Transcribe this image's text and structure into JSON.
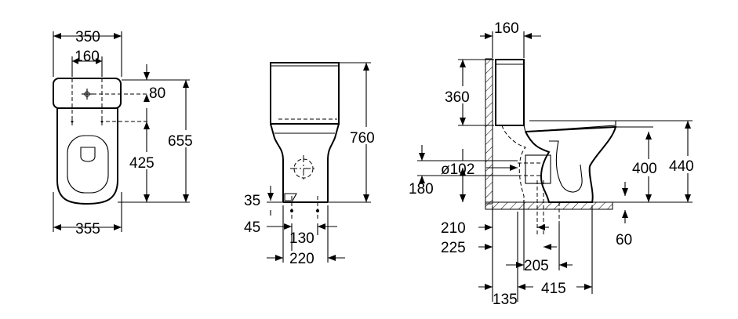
{
  "top_view": {
    "dims": [
      "350",
      "160",
      "80",
      "425",
      "655",
      "355"
    ]
  },
  "front_view": {
    "dims": [
      "760",
      "35",
      "45",
      "130",
      "220"
    ]
  },
  "side_view": {
    "dims": [
      "160",
      "360",
      "ø102",
      "180",
      "400",
      "440",
      "210",
      "225",
      "60",
      "205",
      "135",
      "415"
    ]
  }
}
